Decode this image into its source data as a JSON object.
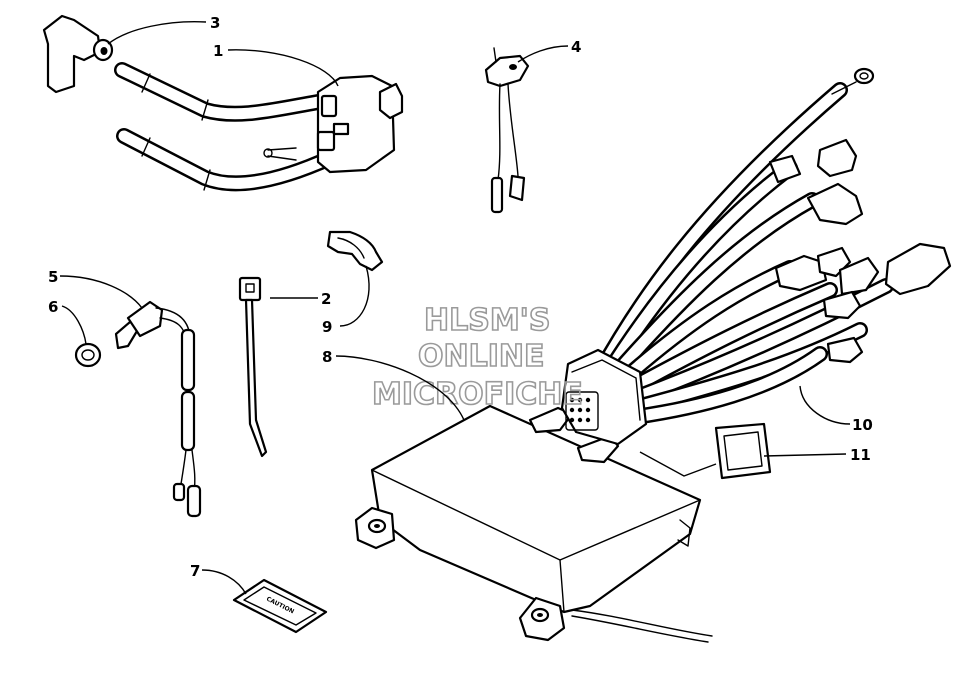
{
  "callouts": [
    {
      "id": "c1",
      "text": "1"
    },
    {
      "id": "c2",
      "text": "2"
    },
    {
      "id": "c3",
      "text": "3"
    },
    {
      "id": "c4",
      "text": "4"
    },
    {
      "id": "c5",
      "text": "5"
    },
    {
      "id": "c6",
      "text": "6"
    },
    {
      "id": "c7",
      "text": "7"
    },
    {
      "id": "c8",
      "text": "8"
    },
    {
      "id": "c9",
      "text": "9"
    },
    {
      "id": "c10",
      "text": "10"
    },
    {
      "id": "c11",
      "text": "11"
    }
  ],
  "watermark": {
    "line1": "HLSM'S",
    "line2": "ONLINE",
    "line3": "MICROFICHE"
  },
  "caution_label": {
    "text": "CAUTION"
  }
}
